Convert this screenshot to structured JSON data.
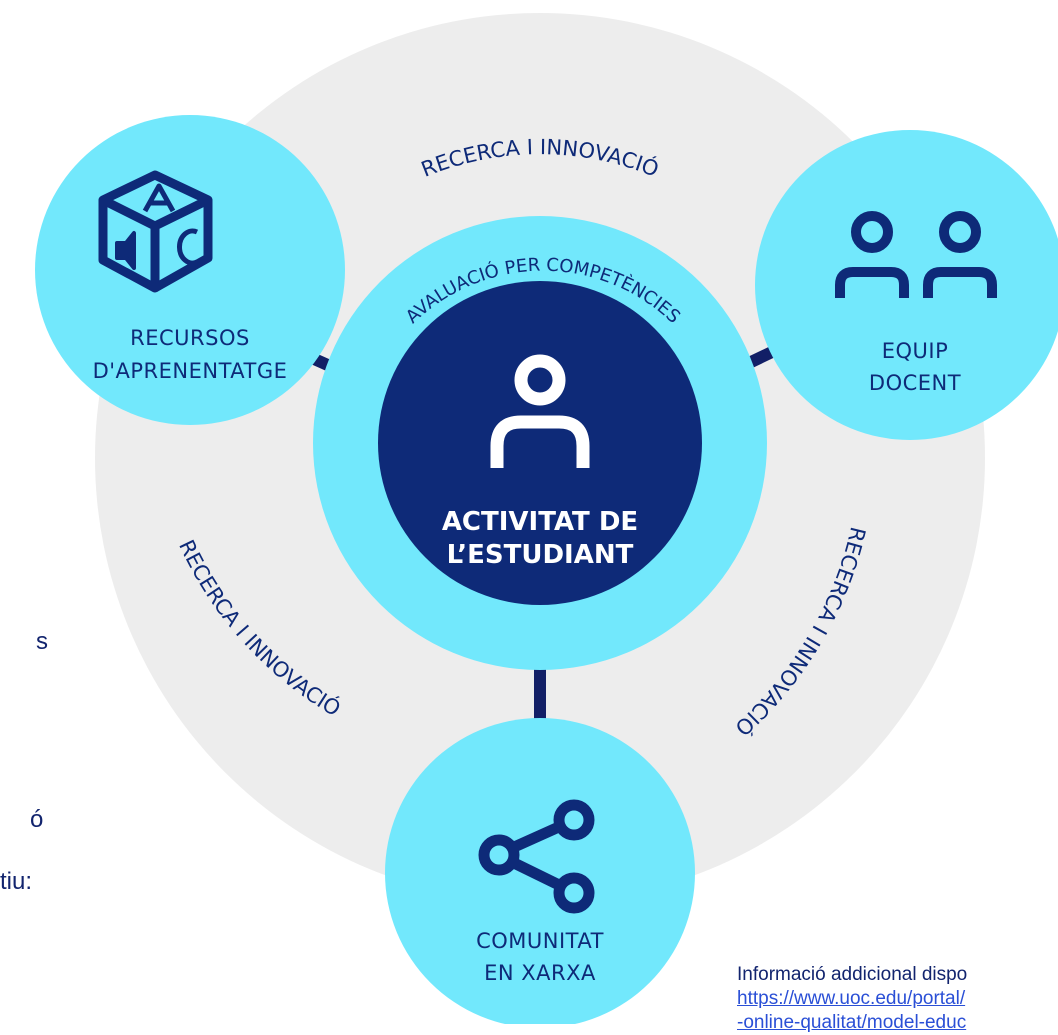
{
  "diagram": {
    "outer_ring_labels": {
      "top": "RECERCA I INNOVACIÓ",
      "left": "RECERCA I INNOVACIÓ",
      "right": "RECERCA I INNOVACIÓ"
    },
    "inner_ring_label": "AVALUACIÓ PER COMPETÈNCIES",
    "center": {
      "line1": "ACTIVITAT DE",
      "line2": "L’ESTUDIANT"
    },
    "nodes": {
      "resources": {
        "line1": "RECURSOS",
        "line2": "D'APRENENTATGE"
      },
      "teachers": {
        "line1": "EQUIP",
        "line2": "DOCENT"
      },
      "community": {
        "line1": "COMUNITAT",
        "line2": "EN XARXA"
      }
    },
    "colors": {
      "outer_ring": "#ededed",
      "light_cyan": "#72e8fc",
      "dark_navy": "#0e2a78",
      "connector": "#121f66"
    }
  },
  "partial_text": {
    "fragment1": "s",
    "fragment2": "ó",
    "fragment3": "tiu:"
  },
  "info": {
    "line1": "Informació addicional dispo",
    "link1": "https://www.uoc.edu/portal/",
    "link2": "-online-qualitat/model-educ"
  }
}
